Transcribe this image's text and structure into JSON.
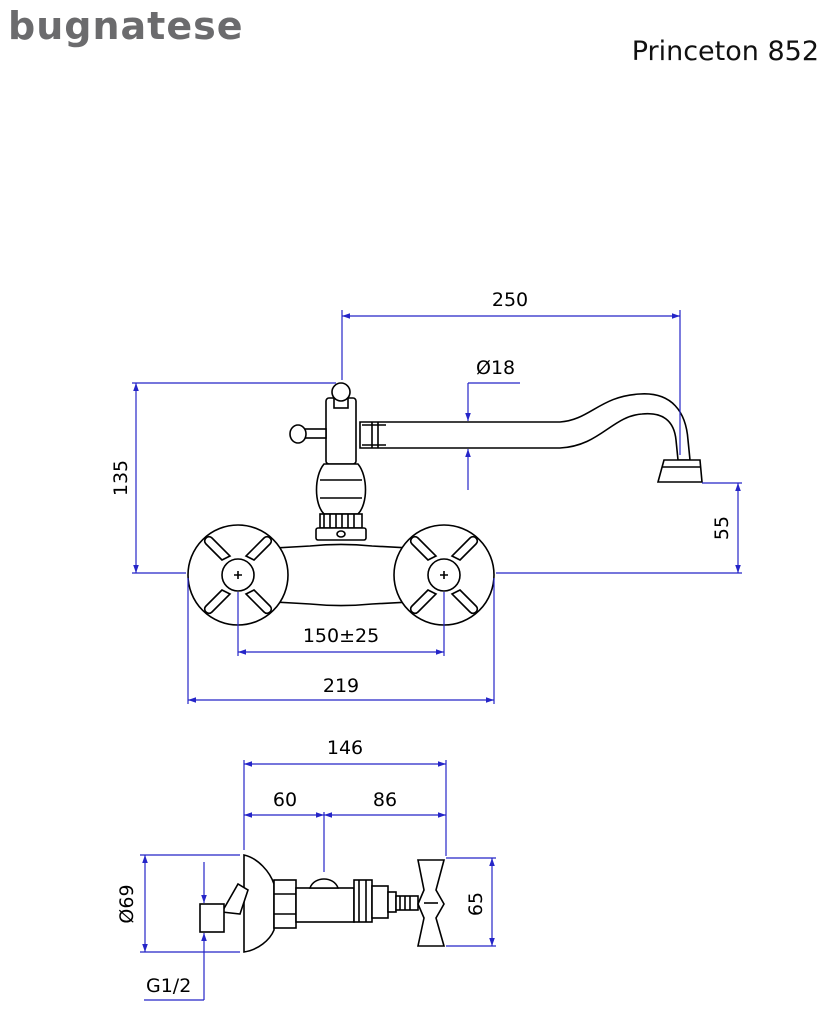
{
  "brand": "bugnatese",
  "model": "Princeton 852",
  "dimensions": {
    "spout_length": "250",
    "spout_diameter": "Ø18",
    "height": "135",
    "spout_outlet_height": "55",
    "center_distance": "150±25",
    "overall_width": "219",
    "depth_total": "146",
    "depth_a": "60",
    "depth_b": "86",
    "flange_diameter": "Ø69",
    "handle_height": "65",
    "thread": "G1/2"
  },
  "colors": {
    "dimension_lines": "#2525c8",
    "outline": "#000000",
    "brand": "#6b6b6d"
  }
}
